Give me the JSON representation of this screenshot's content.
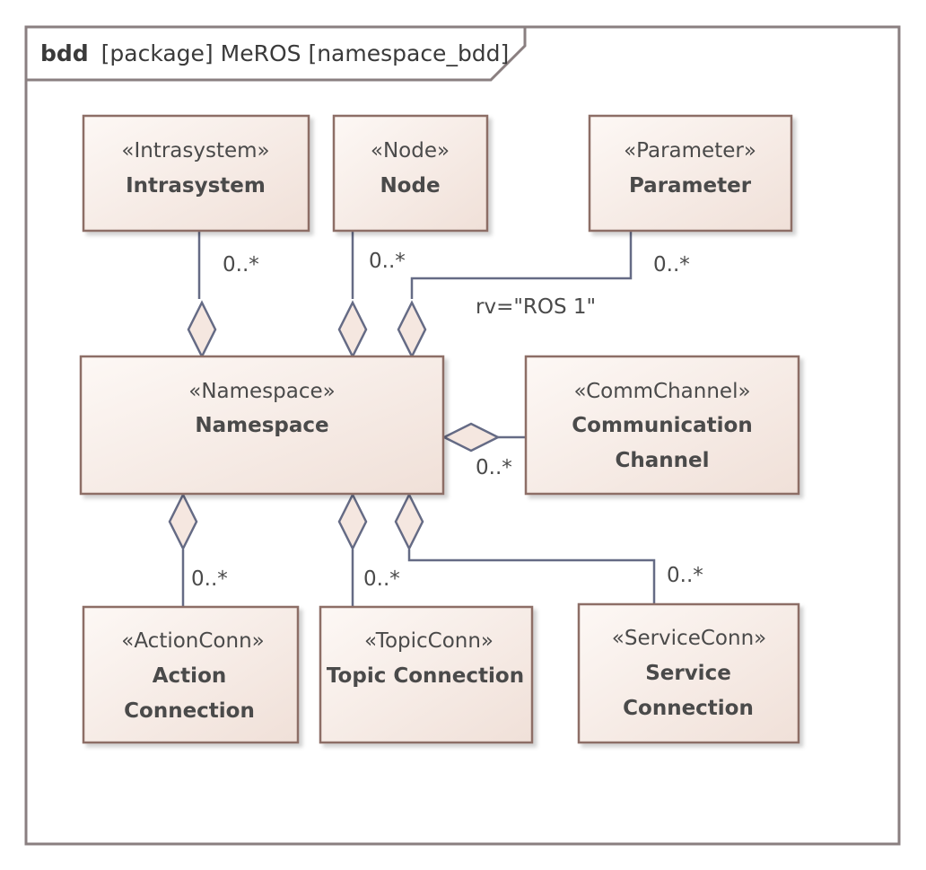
{
  "frame": {
    "keyword": "bdd",
    "title": "[package] MeROS [namespace_bdd]"
  },
  "blocks": {
    "intrasystem": {
      "stereotype": "«Intrasystem»",
      "name": [
        "Intrasystem"
      ]
    },
    "node": {
      "stereotype": "«Node»",
      "name": [
        "Node"
      ]
    },
    "parameter": {
      "stereotype": "«Parameter»",
      "name": [
        "Parameter"
      ]
    },
    "namespace": {
      "stereotype": "«Namespace»",
      "name": [
        "Namespace"
      ]
    },
    "comm_channel": {
      "stereotype": "«CommChannel»",
      "name": [
        "Communication",
        "Channel"
      ]
    },
    "action_conn": {
      "stereotype": "«ActionConn»",
      "name": [
        "Action",
        "Connection"
      ]
    },
    "topic_conn": {
      "stereotype": "«TopicConn»",
      "name": [
        "Topic Connection"
      ]
    },
    "service_conn": {
      "stereotype": "«ServiceConn»",
      "name": [
        "Service",
        "Connection"
      ]
    }
  },
  "multiplicities": {
    "intrasystem": "0..*",
    "node": "0..*",
    "parameter": "0..*",
    "comm_channel": "0..*",
    "action_conn": "0..*",
    "topic_conn": "0..*",
    "service_conn": "0..*"
  },
  "constraints": {
    "parameter": "rv=\"ROS 1\""
  },
  "colors": {
    "block_fill_light": "#fdf8f5",
    "block_fill_dark": "#f0e0d8",
    "block_border": "#8d6e66",
    "connector": "#656b85",
    "frame_border": "#8a7f80"
  }
}
